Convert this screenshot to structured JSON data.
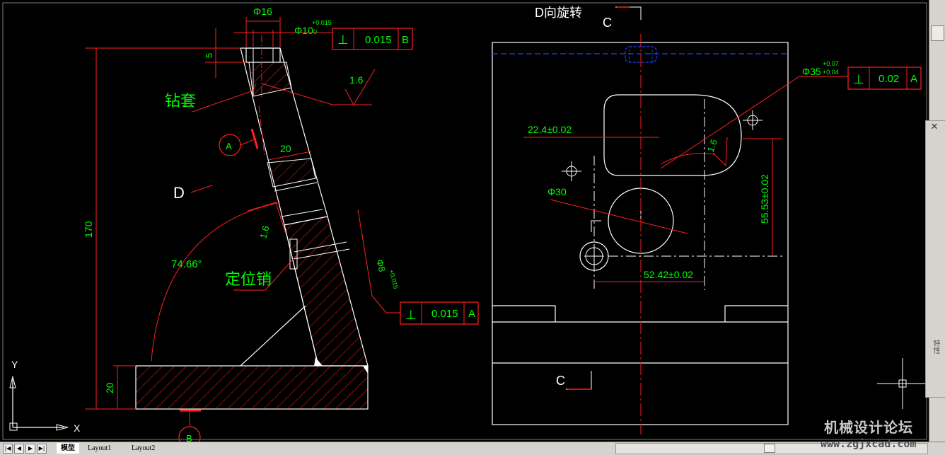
{
  "drawing": {
    "left_view": {
      "dim_phi16": "Φ16",
      "dim_phi10": "Φ10",
      "dim_phi10_tol_upper": "+0.015",
      "dim_phi10_tol_lower": "0",
      "frame_top": {
        "symbol": "⊥",
        "value": "0.015",
        "datum": "B"
      },
      "dim_5": "5",
      "roughness_top": "1.6",
      "label_bushing": "钻套",
      "datum_a": "A",
      "dim_20_top": "20",
      "view_label_d": "D",
      "dim_170": "170",
      "roughness_mid": "1.6",
      "angle": "74.66°",
      "label_pin": "定位销",
      "dim_phi8": "Φ8",
      "dim_phi8_tol": "+0.015",
      "frame_bottom": {
        "symbol": "⊥",
        "value": "0.015",
        "datum": "A"
      },
      "dim_20_base": "20",
      "datum_b": "B"
    },
    "right_view": {
      "title": "D向旋转",
      "section_c_top": "C",
      "section_c_bottom": "C",
      "dim_phi35": "Φ35",
      "dim_phi35_tol_upper": "+0.07",
      "dim_phi35_tol_lower": "+0.04",
      "frame": {
        "symbol": "⊥",
        "value": "0.02",
        "datum": "A"
      },
      "dim_22_4": "22.4±0.02",
      "roughness": "1.6",
      "dim_phi30": "Φ30",
      "dim_55_53": "55.53±0.02",
      "dim_52_42": "52.42±0.02"
    }
  },
  "ucs": {
    "y": "Y",
    "x": "X"
  },
  "tabs": [
    {
      "label": "模型",
      "active": true
    },
    {
      "label": "Layout1",
      "active": false
    },
    {
      "label": "Layout2",
      "active": false
    }
  ],
  "nav_buttons": [
    "|◀",
    "◀",
    "▶",
    "▶|"
  ],
  "palette": {
    "close": "✕",
    "label": "特性"
  },
  "watermark": {
    "text": "机械设计论坛",
    "url": "www.zgjxcad.com"
  },
  "colors": {
    "background": "#000000",
    "geometry": "#ffffff",
    "dimension": "#ff0000",
    "text": "#00ff00",
    "hidden": "#0000ff"
  }
}
